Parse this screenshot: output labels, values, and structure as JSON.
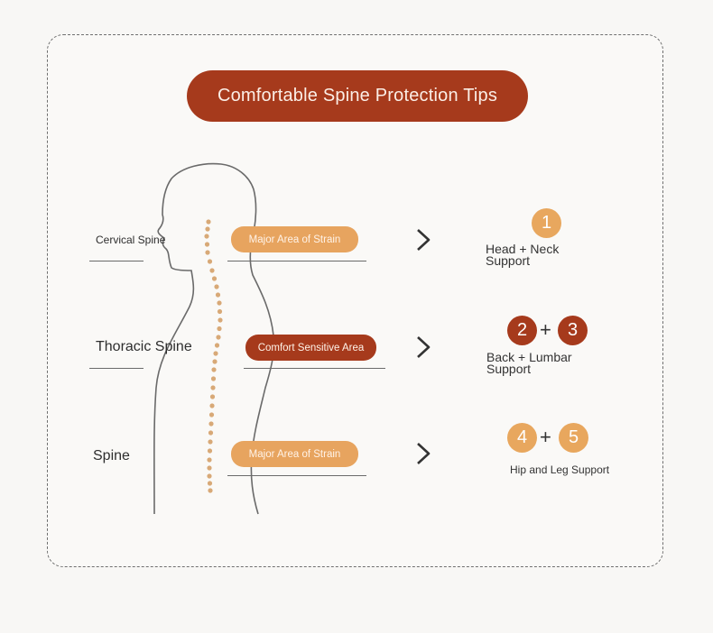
{
  "title": "Comfortable Spine Protection Tips",
  "rows": [
    {
      "region": "Cervical Spine",
      "area": "Major Area of Strain",
      "support": [
        "Head + Neck",
        "Support"
      ],
      "nums": [
        "1"
      ]
    },
    {
      "region": "Thoracic Spine",
      "area": "Comfort Sensitive Area",
      "support": [
        "Back + Lumbar",
        "Support"
      ],
      "nums": [
        "2",
        "3"
      ]
    },
    {
      "region": "Spine",
      "area": "Major Area of Strain",
      "support": [
        "Hip and Leg Support"
      ],
      "nums": [
        "4",
        "5"
      ]
    }
  ],
  "plus_sign": "+",
  "colors": {
    "accent_dark": "#a63a1c",
    "accent_light": "#e7a45f",
    "spine_dots": "#d8a977"
  }
}
